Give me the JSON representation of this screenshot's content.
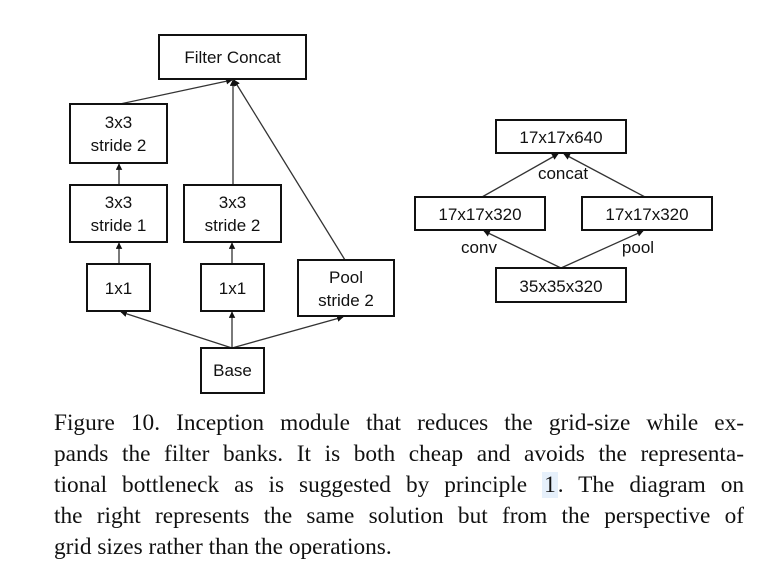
{
  "left_diagram": {
    "nodes": {
      "filter_concat": [
        "Filter Concat"
      ],
      "conv3x3_s2_top": [
        "3x3",
        "stride 2"
      ],
      "conv3x3_s1": [
        "3x3",
        "stride 1"
      ],
      "conv3x3_s2_mid": [
        "3x3",
        "stride 2"
      ],
      "conv1x1_left": [
        "1x1"
      ],
      "conv1x1_mid": [
        "1x1"
      ],
      "pool_s2": [
        "Pool",
        "stride 2"
      ],
      "base": [
        "Base"
      ]
    }
  },
  "right_diagram": {
    "nodes": {
      "out": [
        "17x17x640"
      ],
      "conv_branch": [
        "17x17x320"
      ],
      "pool_branch": [
        "17x17x320"
      ],
      "in": [
        "35x35x320"
      ]
    },
    "edge_labels": {
      "concat": "concat",
      "conv": "conv",
      "pool": "pool"
    }
  },
  "caption": {
    "lines": [
      "Figure 10. Inception module that reduces the grid-size while ex-",
      "pands the filter banks. It is both cheap and avoids the representa-",
      "tional bottleneck as is suggested by principle ",
      "The diagram on",
      "the right represents the same solution but from the perspective of",
      "grid sizes rather than the operations."
    ],
    "principle_ref": "1",
    "ref_highlight_color": "#e6f0fb"
  }
}
